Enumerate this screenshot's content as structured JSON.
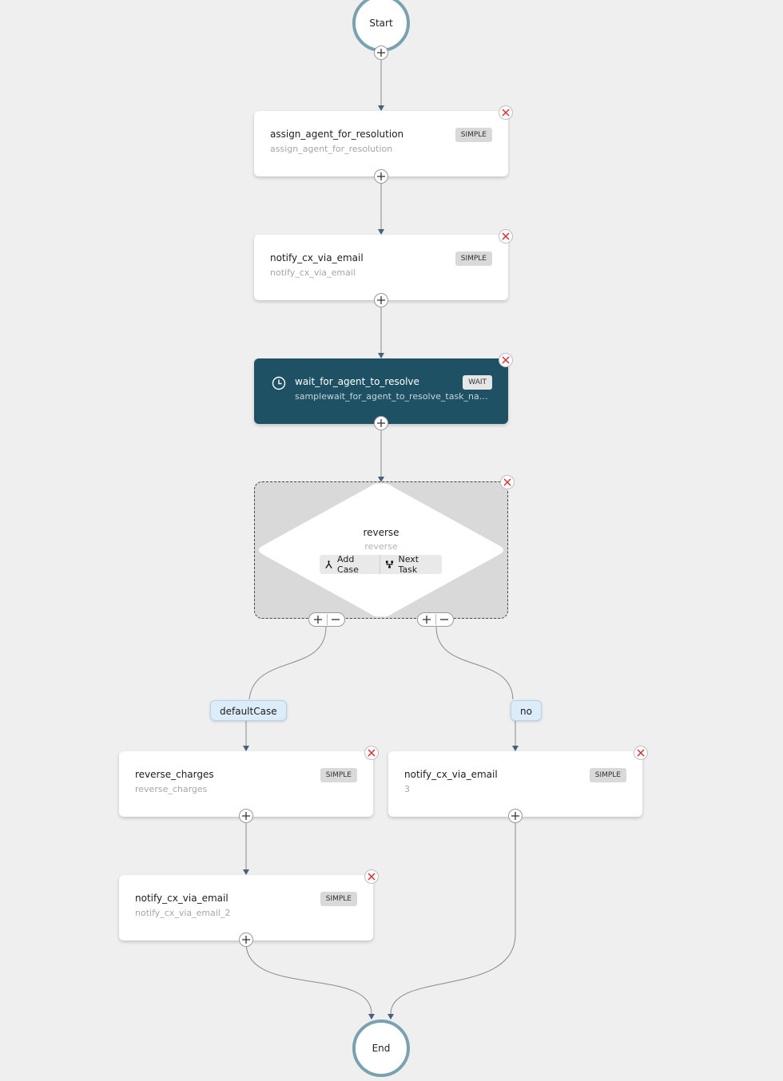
{
  "start": {
    "label": "Start"
  },
  "end": {
    "label": "End"
  },
  "tasks": [
    {
      "name": "assign_agent_for_resolution",
      "ref": "assign_agent_for_resolution",
      "type": "SIMPLE"
    },
    {
      "name": "notify_cx_via_email",
      "ref": "notify_cx_via_email",
      "type": "SIMPLE"
    },
    {
      "name": "wait_for_agent_to_resolve",
      "ref": "samplewait_for_agent_to_resolve_task_nam…",
      "type": "WAIT"
    },
    {
      "name": "reverse_charges",
      "ref": "reverse_charges",
      "type": "SIMPLE"
    },
    {
      "name": "notify_cx_via_email",
      "ref": "3",
      "type": "SIMPLE"
    },
    {
      "name": "notify_cx_via_email",
      "ref": "notify_cx_via_email_2",
      "type": "SIMPLE"
    }
  ],
  "switch": {
    "name": "reverse",
    "ref": "reverse",
    "add_case_label": "Add Case",
    "next_task_label": "Next Task"
  },
  "cases": [
    {
      "label": "defaultCase"
    },
    {
      "label": "no"
    }
  ],
  "colors": {
    "background": "#efefef",
    "edge": "#8a8a8a",
    "arrow": "#4a5e80",
    "terminal_ring": "#7aa1b0",
    "wait_task": "#1e5164",
    "close_icon": "#d32f2f",
    "case_label_bg": "#dcecf8"
  }
}
